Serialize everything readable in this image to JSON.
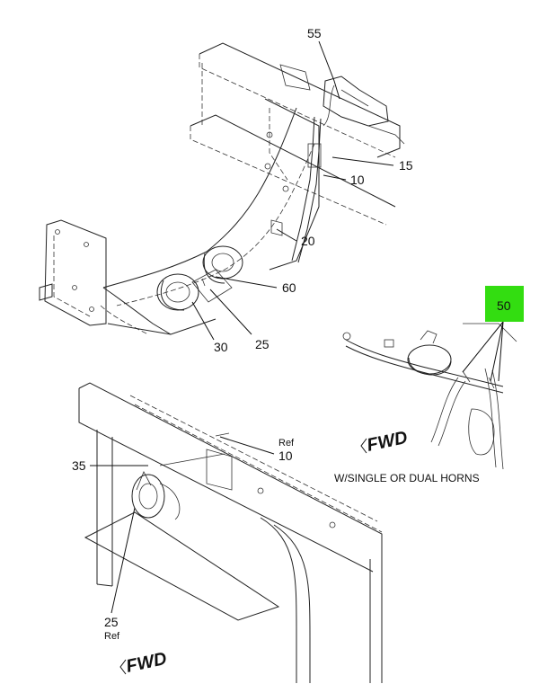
{
  "callouts": {
    "c55": "55",
    "c15": "15",
    "c10": "10",
    "c20": "20",
    "c60": "60",
    "c30": "30",
    "c25": "25",
    "c50": "50",
    "c35": "35",
    "ref10_ref": "Ref",
    "ref10_num": "10",
    "ref25_num": "25",
    "ref25_ref": "Ref"
  },
  "labels": {
    "fwd_right": "FWD",
    "fwd_bottom": "FWD",
    "caption": "W/SINGLE OR DUAL HORNS"
  },
  "colors": {
    "highlight": "#33dd11",
    "line": "#222222"
  }
}
